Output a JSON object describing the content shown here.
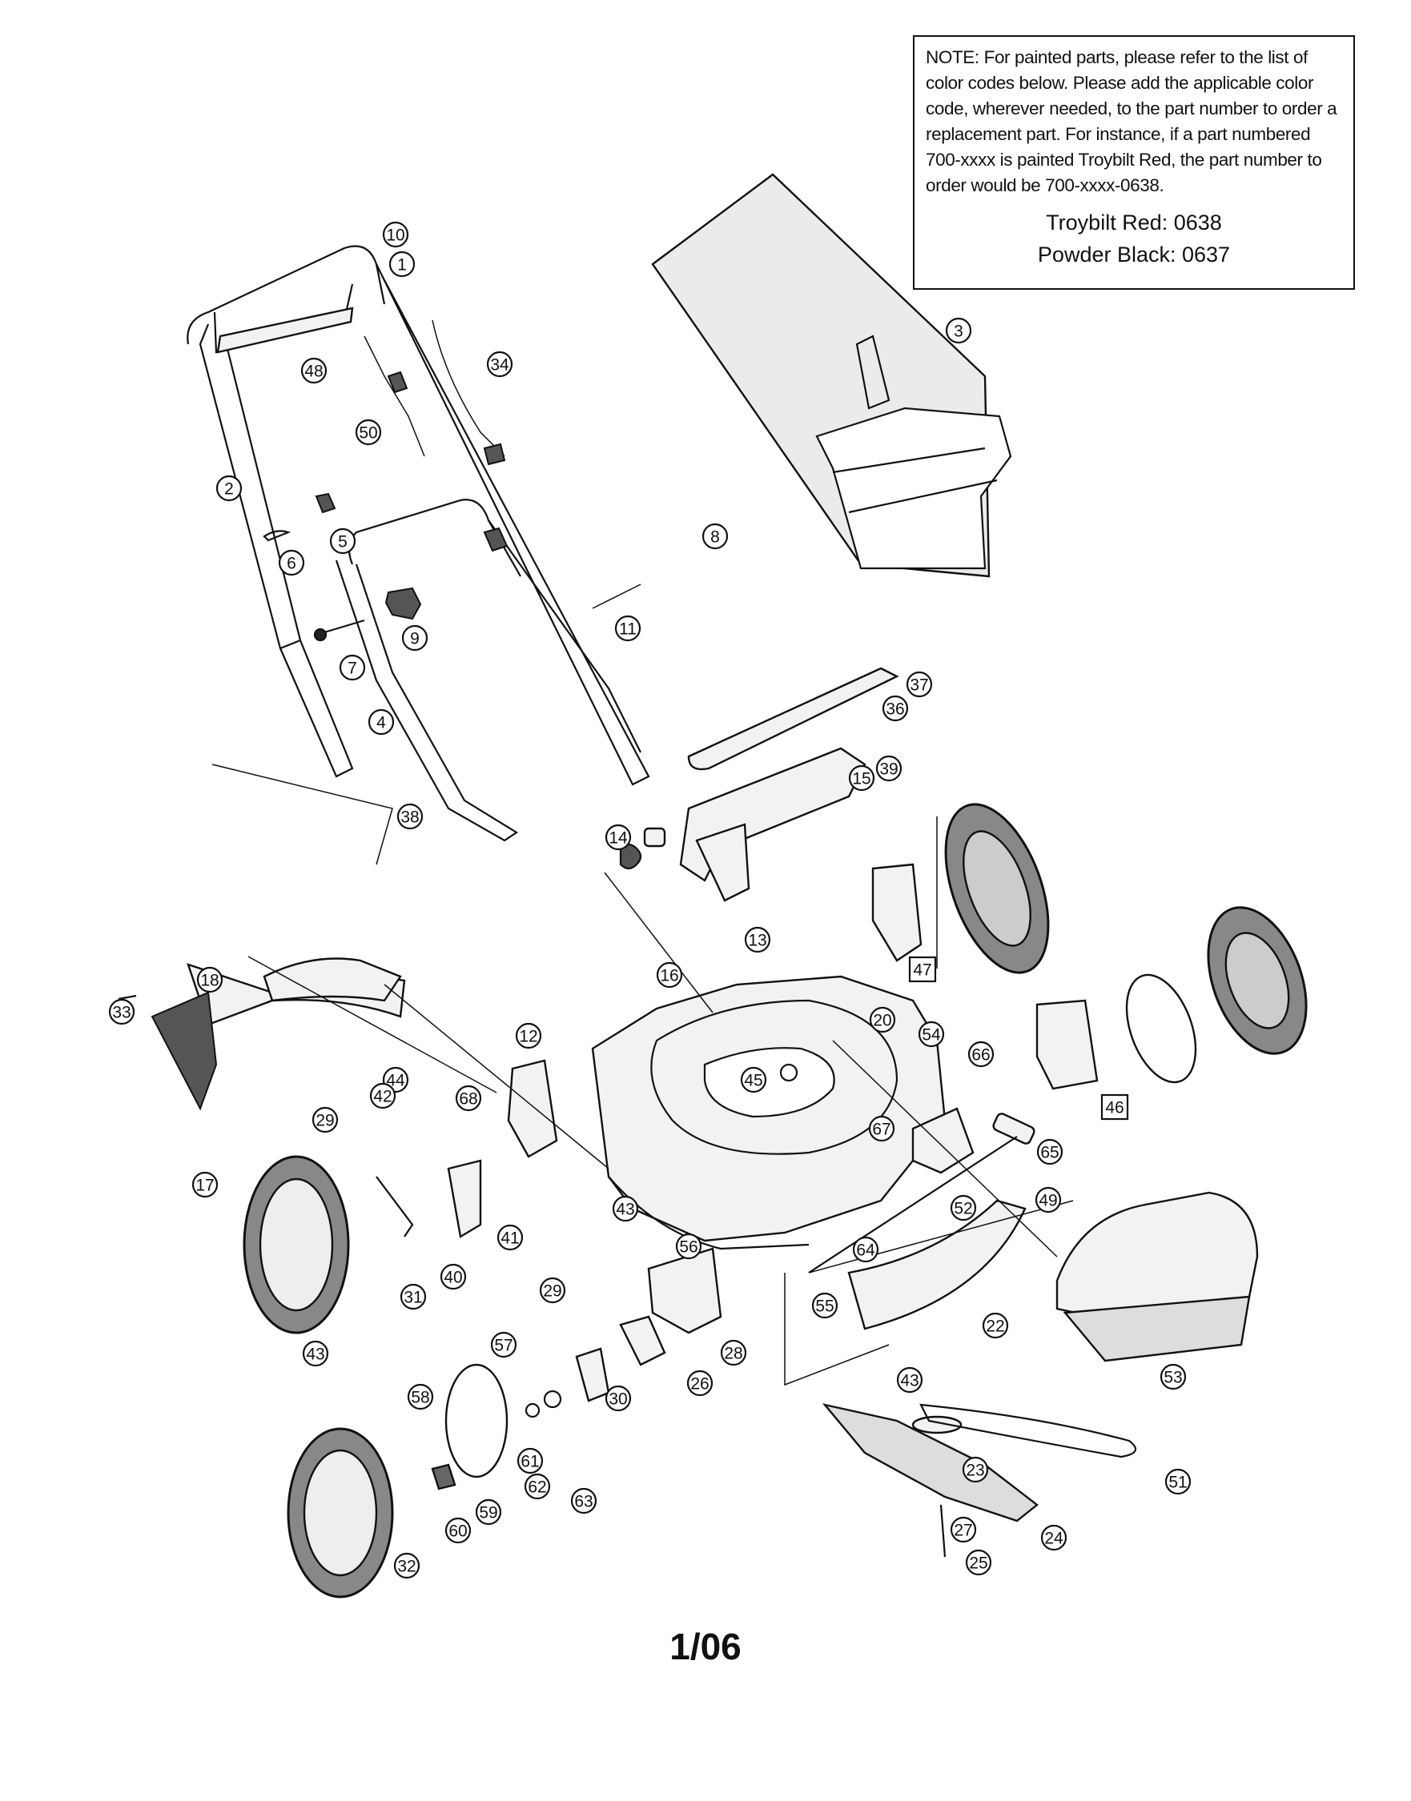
{
  "note": {
    "text": "NOTE: For painted parts, please refer to the list of color codes below.  Please add the applicable color code, wherever needed, to the part number to order a replacement part.  For instance, if a part numbered 700-xxxx is painted Troybilt Red, the part number to order would be 700-xxxx-0638.",
    "color_codes": [
      "Troybilt Red: 0638",
      "Powder Black: 0637"
    ]
  },
  "page_number": "1/06",
  "callouts": [
    "10",
    "1",
    "48",
    "34",
    "50",
    "2",
    "5",
    "6",
    "9",
    "11",
    "7",
    "4",
    "3",
    "8",
    "37",
    "36",
    "39",
    "15",
    "38",
    "14",
    "13",
    "16",
    "47",
    "18",
    "33",
    "12",
    "44",
    "68",
    "42",
    "29",
    "17",
    "41",
    "40",
    "31",
    "43",
    "20",
    "54",
    "66",
    "45",
    "46",
    "67",
    "65",
    "43",
    "52",
    "49",
    "53",
    "64",
    "56",
    "55",
    "22",
    "29",
    "57",
    "28",
    "26",
    "30",
    "58",
    "61",
    "62",
    "63",
    "43",
    "23",
    "51",
    "59",
    "60",
    "27",
    "24",
    "25",
    "32"
  ],
  "boxed_callouts": [
    "47",
    "46"
  ]
}
